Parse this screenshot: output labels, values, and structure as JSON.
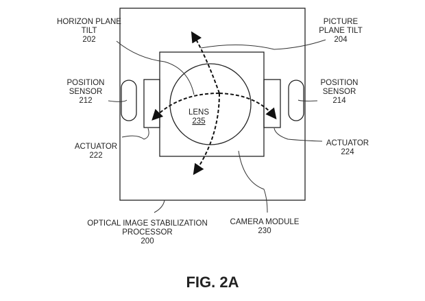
{
  "figure_label": "FIG. 2A",
  "components": {
    "horizon_plane_tilt": {
      "line1": "HORIZON PLANE",
      "line2": "TILT",
      "ref": "202"
    },
    "picture_plane_tilt": {
      "line1": "PICTURE",
      "line2": "PLANE TILT",
      "ref": "204"
    },
    "position_sensor_left": {
      "line1": "POSITION",
      "line2": "SENSOR",
      "ref": "212"
    },
    "position_sensor_right": {
      "line1": "POSITION",
      "line2": "SENSOR",
      "ref": "214"
    },
    "actuator_left": {
      "line1": "ACTUATOR",
      "ref": "222"
    },
    "actuator_right": {
      "line1": "ACTUATOR",
      "ref": "224"
    },
    "lens": {
      "line1": "LENS",
      "ref": "235"
    },
    "camera_module": {
      "line1": "CAMERA MODULE",
      "ref": "230"
    },
    "ois_processor": {
      "line1": "OPTICAL IMAGE STABILIZATION",
      "line2": "PROCESSOR",
      "ref": "200"
    }
  }
}
